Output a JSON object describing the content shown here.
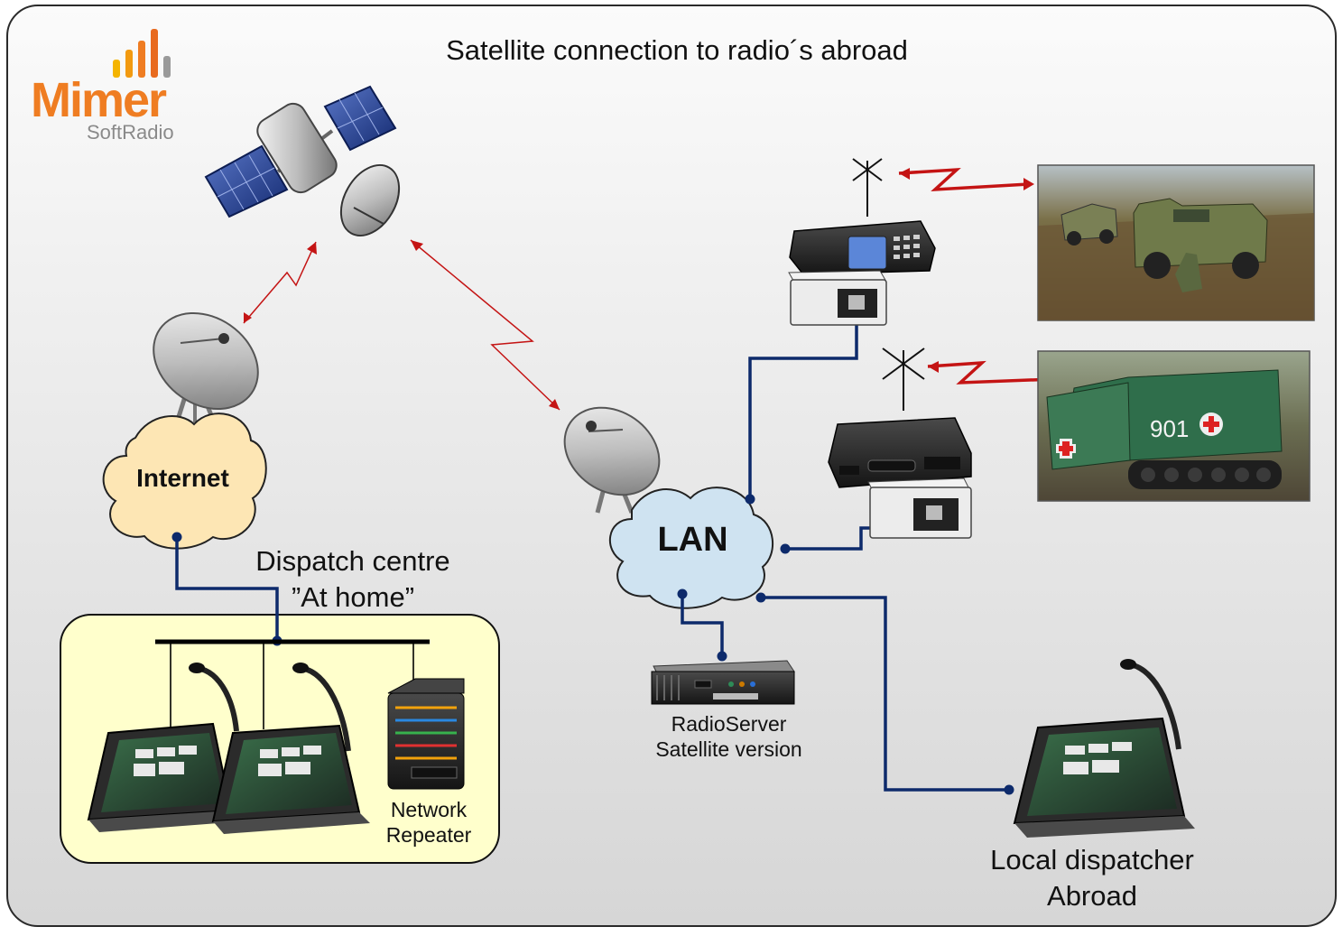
{
  "title": "Satellite connection to radio´s abroad",
  "logo": {
    "name": "Mimer",
    "subtitle": "SoftRadio"
  },
  "nodes": {
    "internet": "Internet",
    "lan": "LAN",
    "dispatch_line1": "Dispatch centre",
    "dispatch_line2": "”At home”",
    "repeater_line1": "Network",
    "repeater_line2": "Repeater",
    "server_line1": "RadioServer",
    "server_line2": "Satellite version",
    "local_line1": "Local dispatcher",
    "local_line2": "Abroad"
  },
  "vehicle_badge": "901",
  "colors": {
    "background": "#e4e4e4",
    "home_box": "#ffffcc",
    "internet_cloud": "#fde6b4",
    "lan_cloud": "#cfe3f1",
    "network_line": "#0d2a6b",
    "radio_link": "#cc1111",
    "logo_orange": "#ef7d22"
  }
}
